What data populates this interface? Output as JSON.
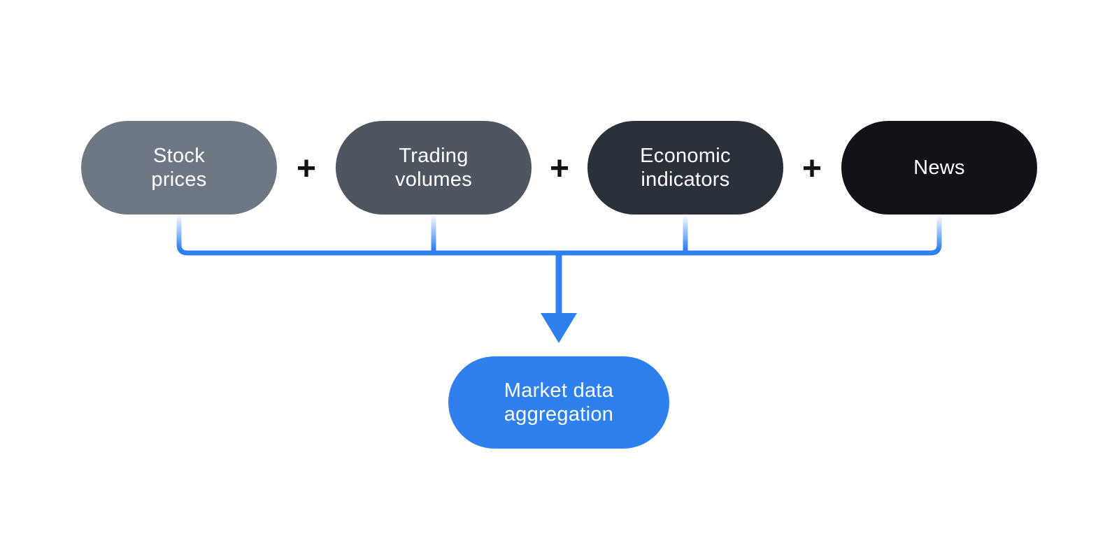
{
  "diagram": {
    "background_color": "#ffffff",
    "sources": [
      {
        "label": "Stock\nprices",
        "color": "#6e7884"
      },
      {
        "label": "Trading\nvolumes",
        "color": "#4d5661"
      },
      {
        "label": "Economic\nindicators",
        "color": "#2a313a"
      },
      {
        "label": "News",
        "color": "#111318"
      }
    ],
    "operators": [
      "+",
      "+",
      "+"
    ],
    "operator_color": "#101216",
    "connector": {
      "color": "#2e80ee",
      "style": "vertical drops fade from white into blue bracket, center arrow points down"
    },
    "result": {
      "label": "Market data\naggregation",
      "color": "#2e80ee",
      "text_color": "#ffffff"
    }
  }
}
